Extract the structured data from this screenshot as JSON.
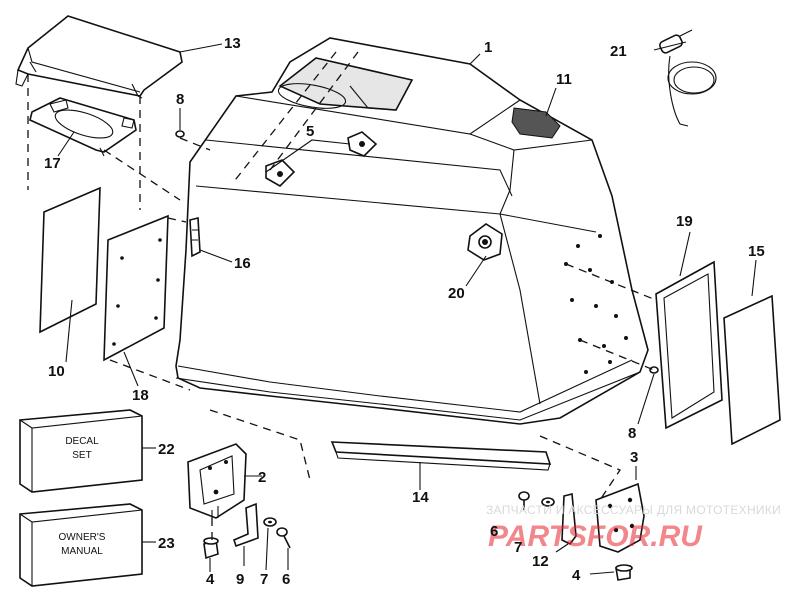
{
  "callouts": {
    "c1": "1",
    "c2": "2",
    "c3": "3",
    "c4a": "4",
    "c4b": "4",
    "c5": "5",
    "c6a": "6",
    "c6b": "6",
    "c7a": "7",
    "c7b": "7",
    "c8a": "8",
    "c8b": "8",
    "c9": "9",
    "c10": "10",
    "c11": "11",
    "c12": "12",
    "c13": "13",
    "c14": "14",
    "c15": "15",
    "c16": "16",
    "c17": "17",
    "c18": "18",
    "c19": "19",
    "c20": "20",
    "c21": "21",
    "c22": "22",
    "c23": "23"
  },
  "boxes": {
    "decal_line1": "DECAL",
    "decal_line2": "SET",
    "manual_line1": "OWNER'S",
    "manual_line2": "MANUAL"
  },
  "watermark": {
    "tagline": "ЗАПЧАСТИ И АКСЕССУАРЫ ДЛЯ МОТОТЕХНИКИ",
    "logo": "PARTSFOR.RU"
  }
}
